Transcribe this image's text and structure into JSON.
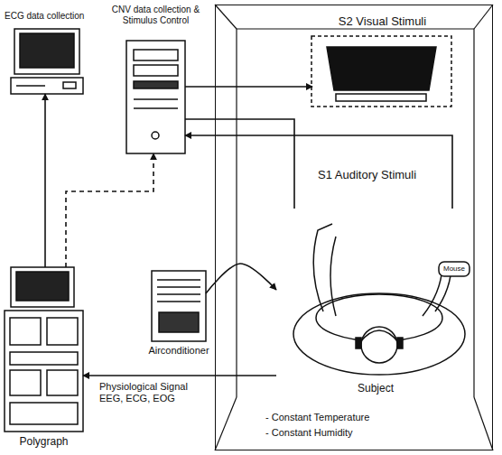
{
  "diagram": {
    "nodes": [
      {
        "text": [
          "ECG data collection"
        ]
      },
      {
        "text": [
          "CNV data collection & Stimulus Control"
        ]
      },
      {
        "text": [
          "- Constant Temperature",
          "- Constant Humidity"
        ]
      },
      {
        "text": [
          "S2 Visual Stimuli"
        ],
        "in": 2
      },
      {
        "text": [
          "Subject"
        ],
        "in": 2
      },
      {
        "text": [
          "Airconditioner"
        ]
      },
      {
        "text": [
          "Polygraph"
        ]
      }
    ],
    "edges": [
      {
        "from": 6,
        "to": 0,
        "arrow": "to"
      },
      {
        "from": 6,
        "to": 1,
        "arrow": "to"
      },
      {
        "from": 1,
        "to": 3,
        "arrow": "to"
      },
      {
        "from": 4,
        "to": 1,
        "arrow": "to"
      },
      {
        "from": 1,
        "to": 4,
        "arrow": "none"
      },
      {
        "from": 5,
        "to": 4,
        "arrow": "to"
      },
      {
        "from": 4,
        "to": 6,
        "arrow": "to",
        "label": "Physiological Signal EEG, ECG, EOG"
      }
    ],
    "labels": [
      "S1 Auditory Stimuli",
      "Mouse"
    ]
  }
}
